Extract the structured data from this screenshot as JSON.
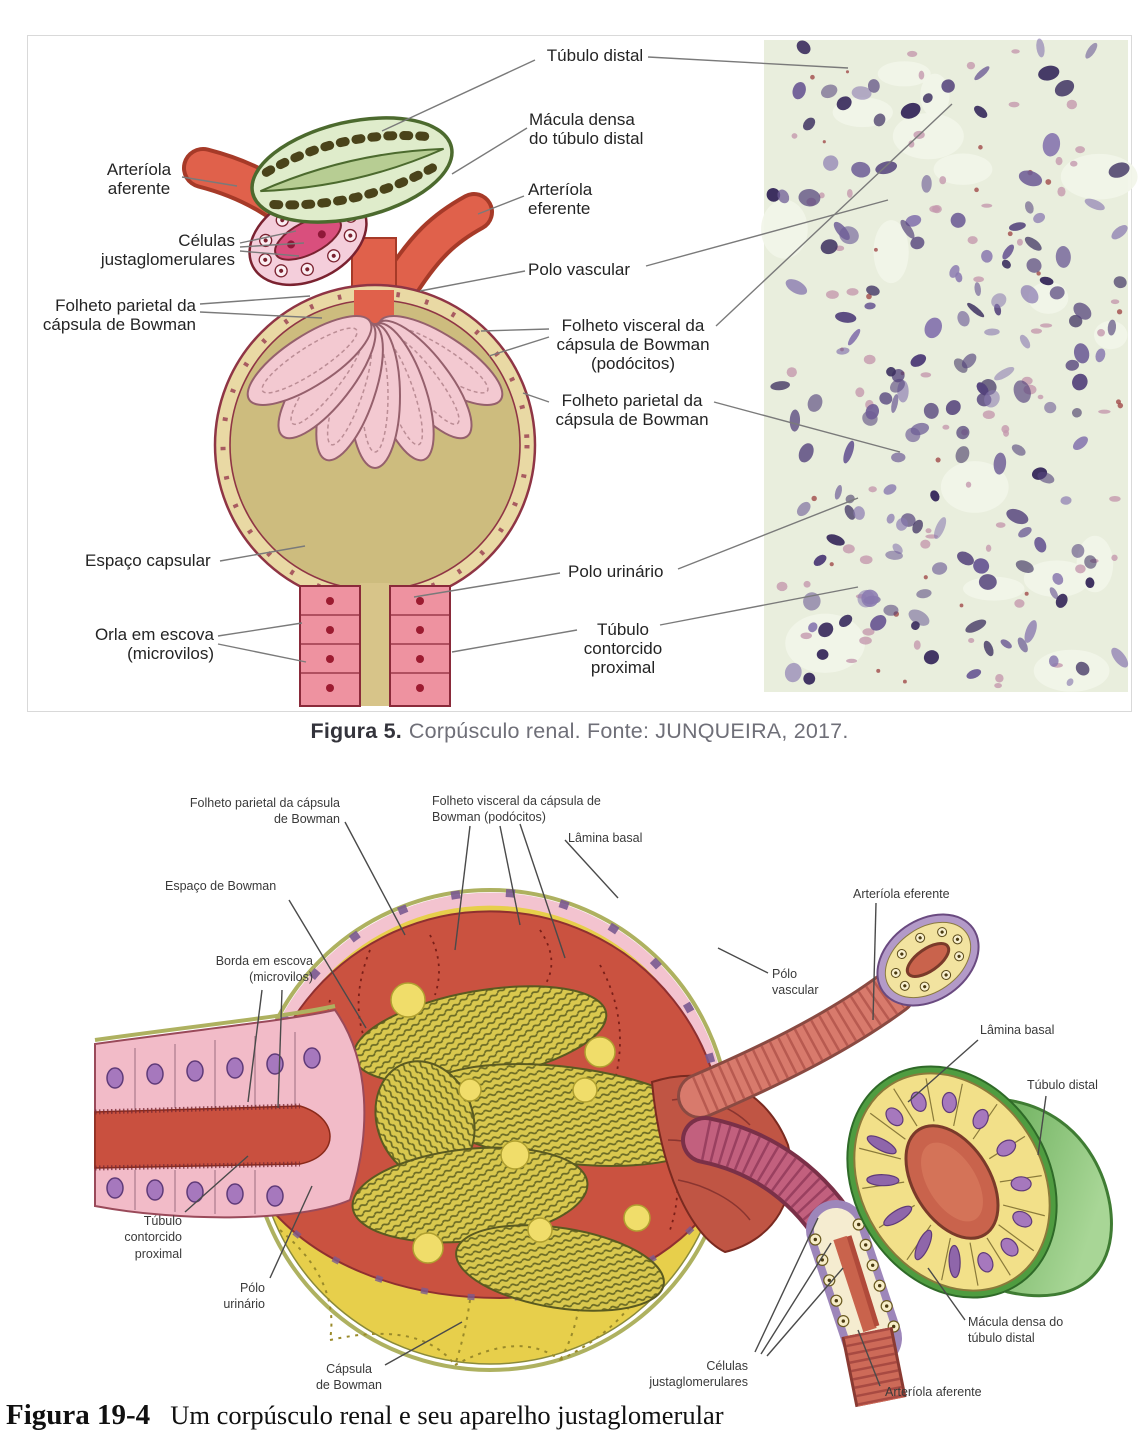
{
  "figure5": {
    "caption": {
      "bold": "Figura 5.",
      "text": "Corpúsculo renal. Fonte: JUNQUEIRA, 2017."
    },
    "labels": {
      "tubulo_distal": "Túbulo distal",
      "macula_densa": "Mácula densa\ndo túbulo distal",
      "arteriola_aferente": "Arteríola\naferente",
      "arteriola_eferente": "Arteríola\neferente",
      "celulas_justaglomerulares": "Células\njustaglomerulares",
      "polo_vascular": "Polo vascular",
      "folheto_parietal_esquerda": "Folheto parietal da\ncápsula de Bowman",
      "folheto_visceral": "Folheto visceral da\ncápsula de Bowman\n(podócitos)",
      "folheto_parietal_direita": "Folheto parietal da\ncápsula de Bowman",
      "espaco_capsular": "Espaço capsular",
      "polo_urinario": "Polo urinário",
      "orla_em_escova": "Orla em escova\n(microvilos)",
      "tubulo_contorcido_proximal": "Túbulo\ncontorcido\nproximal"
    }
  },
  "figure19": {
    "caption": {
      "bold": "Figura 19-4",
      "text": "Um corpúsculo renal e seu aparelho justaglomerular"
    },
    "labels": {
      "folheto_parietal": "Folheto parietal da cápsula\nde Bowman",
      "folheto_visceral": "Folheto visceral da cápsula de\nBowman (podócitos)",
      "lamina_basal_superior": "Lâmina basal",
      "espaco_de_bowman": "Espaço de Bowman",
      "arteriola_eferente": "Arteríola eferente",
      "borda_em_escova": "Borda em escova\n(microvilos)",
      "polo_vascular": "Pólo\nvascular",
      "lamina_basal_direita": "Lâmina basal",
      "tubulo_distal": "Túbulo distal",
      "tubulo_contorcido_proximal": "Túbulo\ncontorcido\nproximal",
      "polo_urinario": "Pólo\nurinário",
      "capsula_de_bowman": "Cápsula\nde Bowman",
      "celulas_justaglomerulares": "Células\njustaglomerulares",
      "macula_densa": "Mácula densa do\ntúbulo distal",
      "arteriola_aferente": "Arteríola aferente"
    }
  },
  "colors": {
    "arteriole_red": "#e0614b",
    "capsule_tan": "#e9d9a4",
    "histology_purple": "#55447c",
    "corpuscle_red": "#ca5240",
    "capsule_yellow": "#e7cf4b",
    "distal_tubule_green": "#4f9c40",
    "macula_green": "#dfeccb"
  }
}
